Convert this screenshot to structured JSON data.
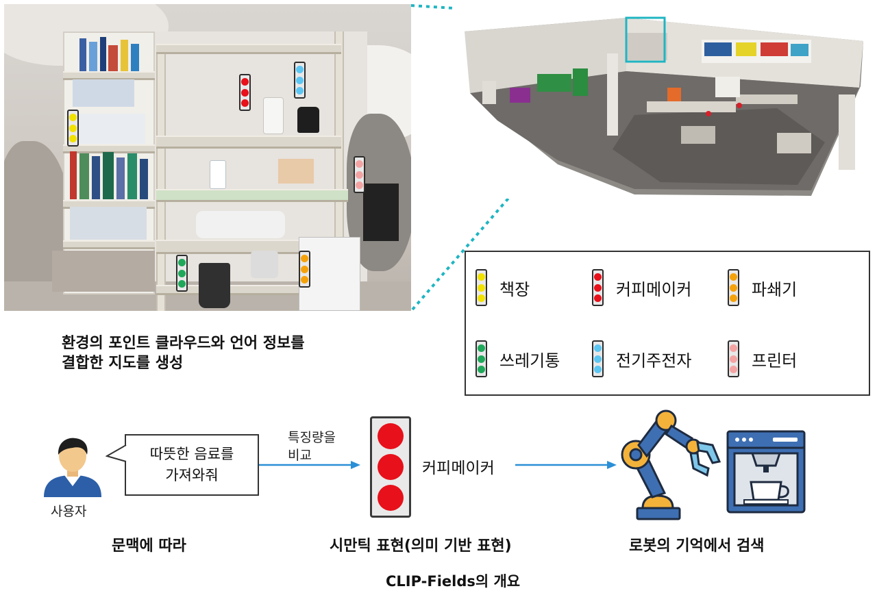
{
  "colors": {
    "bookshelf": "#f2e200",
    "coffee_maker": "#e8101a",
    "shredder": "#f5a20a",
    "trash_can": "#1fa85a",
    "kettle": "#5cc6f2",
    "printer": "#f4a3a3",
    "accent_teal": "#1fb5c2",
    "arrow_blue": "#2a8fd6"
  },
  "map_caption": {
    "line1": "환경의 포인트 클라우드와 언어 정보를",
    "line2": "결합한 지도를 생성"
  },
  "legend": [
    {
      "label": "책장",
      "color_key": "bookshelf"
    },
    {
      "label": "커피메이커",
      "color_key": "coffee_maker"
    },
    {
      "label": "파쇄기",
      "color_key": "shredder"
    },
    {
      "label": "쓰레기통",
      "color_key": "trash_can"
    },
    {
      "label": "전기주전자",
      "color_key": "kettle"
    },
    {
      "label": "프린터",
      "color_key": "printer"
    }
  ],
  "user": {
    "label": "사용자",
    "icon": "user-icon"
  },
  "speech": {
    "line1": "따뜻한 음료를",
    "line2": "가져와줘"
  },
  "compare": {
    "line1": "특징량을",
    "line2": "비교"
  },
  "result_label": "커피메이커",
  "robot": {
    "arm_icon": "robot-arm-icon",
    "coffee_icon": "coffee-machine-icon"
  },
  "captions": {
    "context": "문맥에 따라",
    "semantic": "시만틱 표현(의미 기반 표현)",
    "search": "로봇의 기억에서 검색"
  },
  "figure_title": "CLIP-Fields의 개요"
}
